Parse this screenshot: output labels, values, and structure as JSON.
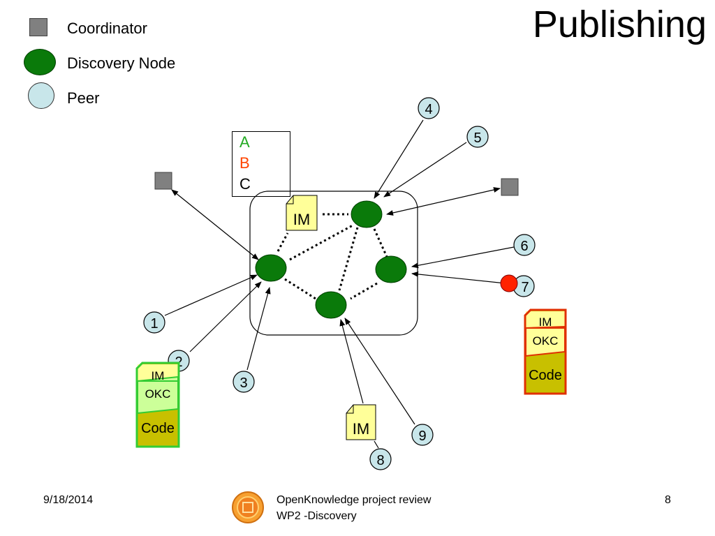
{
  "title": "Publishing",
  "legend": {
    "coordinator": "Coordinator",
    "discovery_node": "Discovery Node",
    "peer": "Peer"
  },
  "abc": [
    "A",
    "B",
    "C"
  ],
  "abc_colors": [
    "#22aa22",
    "#ff4400",
    "#000000"
  ],
  "im_label": "IM",
  "peer_labels": [
    "1",
    "2",
    "3",
    "4",
    "5",
    "6",
    "7",
    "8",
    "9"
  ],
  "package_green": {
    "im": "IM",
    "okc": "OKC",
    "code": "Code"
  },
  "package_red": {
    "im": "IM",
    "okc": "OKC",
    "code": "Code"
  },
  "footer": {
    "date": "9/18/2014",
    "line1": "OpenKnowledge project review",
    "line2": "WP2 -Discovery",
    "page": "8"
  },
  "colors": {
    "discovery_node": "#0a7a0a",
    "peer": "#c8e6ea",
    "coordinator": "#808080",
    "im_doc": "#ffff99",
    "red_peer": "#ff2200",
    "green_border": "#33cc33",
    "red_border": "#e03000",
    "okc_green": "#ccff99",
    "okc_red": "#ffff99",
    "code": "#c8c000"
  }
}
